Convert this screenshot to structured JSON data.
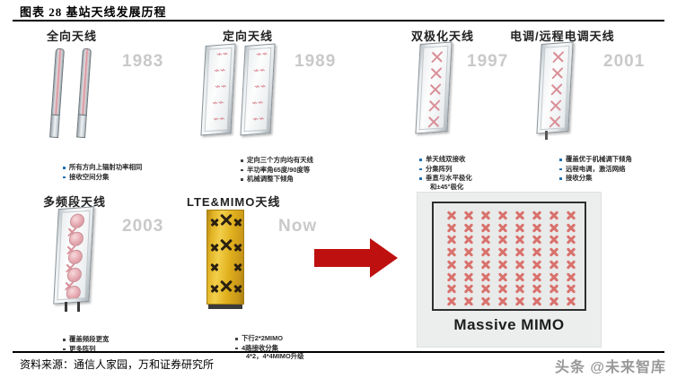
{
  "figure": {
    "title": "图表 28   基站天线发展历程",
    "source": "资料来源：通信人家园，万和证券研究所",
    "watermark": "头条 @未来智库"
  },
  "colors": {
    "arrow_red": "#bf1010",
    "year_grey": "#c9c9c9",
    "bullet_blue": "#1f6fb2",
    "lte_gold": "#e2b324",
    "dipole_pink": "#d98f98",
    "mimo_element": "#d9716c"
  },
  "stages": [
    {
      "id": "omni",
      "title": "全向天线",
      "year": "1983",
      "bullets": [
        "所有方向上辐射功率相同",
        "接收空间分集"
      ]
    },
    {
      "id": "directional",
      "title": "定向天线",
      "year": "1989",
      "bullets": [
        "定向三个方向均有天线",
        "半功率角65度/90度等",
        "机械调整下倾角"
      ]
    },
    {
      "id": "dual-polarized",
      "title": "双极化天线",
      "year": "1997",
      "bullets": [
        "单天线双接收",
        "分集阵列",
        "垂直与水平极化"
      ],
      "bullet_sub": "和±45°极化"
    },
    {
      "id": "electrical-tilt",
      "title": "电调/远程电调天线",
      "year": "2001",
      "bullets": [
        "覆盖优于机械调下倾角",
        "远程电调，激活网络",
        "接收分集"
      ]
    },
    {
      "id": "multiband",
      "title": "多频段天线",
      "year": "2003",
      "bullets": [
        "覆盖频段更宽",
        "更多阵列"
      ]
    },
    {
      "id": "lte-mimo",
      "title": "LTE&MIMO天线",
      "year": "Now",
      "bullets": [
        "下行2*2MIMO",
        "4路接收分集"
      ],
      "bullet_sub": "4*2，4*4MIMO升级"
    }
  ],
  "massive_mimo": {
    "label": "Massive MIMO",
    "rows": 8,
    "cols": 8
  },
  "icons": {
    "arrow": "right-arrow-icon",
    "dipole": "cross-dipole-icon"
  }
}
